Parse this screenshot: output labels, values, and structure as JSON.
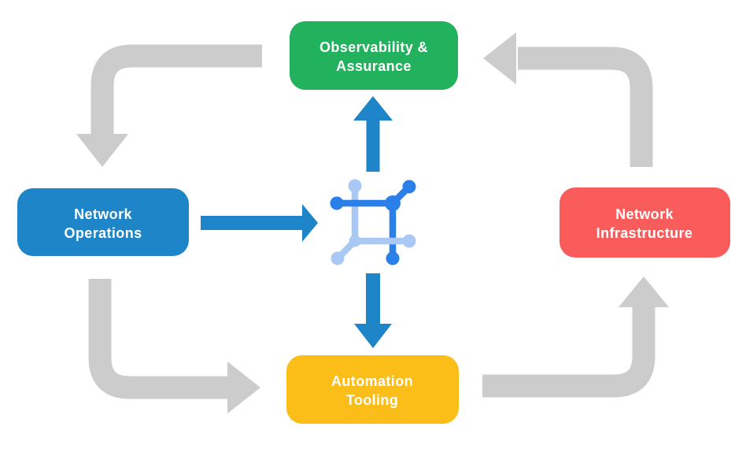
{
  "diagram": {
    "nodes": [
      {
        "id": "observability-assurance",
        "label": "Observability & Assurance",
        "lines": [
          "Observability &",
          "Assurance"
        ],
        "color": "#22B15C"
      },
      {
        "id": "network-operations",
        "label": "Network Operations",
        "lines": [
          "Network",
          "Operations"
        ],
        "color": "#1E86C8"
      },
      {
        "id": "network-infrastructure",
        "label": "Network Infrastructure",
        "lines": [
          "Network",
          "Infrastructure"
        ],
        "color": "#FA5C5C"
      },
      {
        "id": "automation-tooling",
        "label": "Automation Tooling",
        "lines": [
          "Automation",
          "Tooling"
        ],
        "color": "#FBBD18"
      }
    ],
    "center_icon": "network-automation-icon",
    "colors": {
      "background": "#FFFFFF",
      "arrow_gray": "#CCCCCC",
      "arrow_blue": "#1E86C8",
      "icon_blue_dark": "#2B7FE8",
      "icon_blue_light": "#A9C9F4",
      "node_text": "#FFFFFF"
    },
    "flows": [
      {
        "from": "observability-assurance",
        "to": "network-operations",
        "style": "gray"
      },
      {
        "from": "network-operations",
        "to": "automation-tooling",
        "style": "gray"
      },
      {
        "from": "automation-tooling",
        "to": "network-infrastructure",
        "style": "gray"
      },
      {
        "from": "network-infrastructure",
        "to": "observability-assurance",
        "style": "gray"
      },
      {
        "from": "network-operations",
        "to": "center-icon",
        "style": "blue"
      },
      {
        "from": "center-icon",
        "to": "observability-assurance",
        "style": "blue"
      },
      {
        "from": "center-icon",
        "to": "automation-tooling",
        "style": "blue"
      }
    ]
  }
}
